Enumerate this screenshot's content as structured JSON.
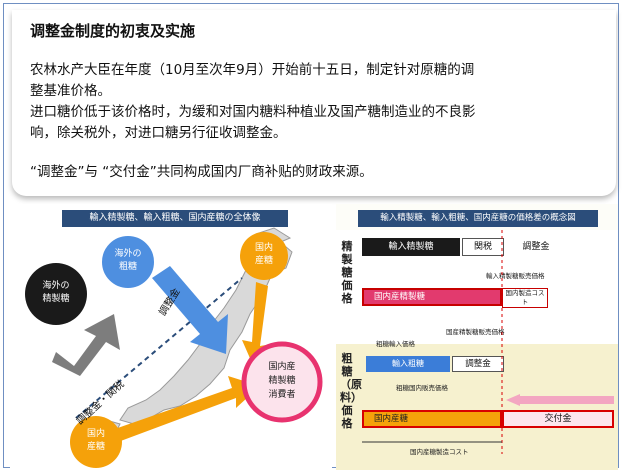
{
  "slide": {
    "title": "调整金制度的初衷及实施",
    "para_line1": "农林水产大臣在年度（10月至次年9月）开始前十五日，制定针对原糖的调",
    "para_line2": "整基准价格。",
    "para_line3": "进口糖价低于该价格时，为缓和对国内糖料种植业及国产糖制造业的不良影",
    "para_line4": "响，除关税外，对进口糖另行征收调整金。",
    "note": "“调整金”与 “交付金”共同构成国内厂商补贴的财政来源。"
  },
  "left_diagram": {
    "caption": "輸入精製糖、輸入粗糖、国内産糖の全体像",
    "node_foreign_raw": "海外の\n粗糖",
    "node_foreign_refined": "海外の\n精製糖",
    "node_domestic_top": "国内\n産糖",
    "node_domestic_bottom": "国内\n産糖",
    "node_consumer": "国内産\n精製糖\n消費者",
    "label_adjust": "調整金",
    "label_adjust_tariff": "調整金・関税",
    "colors": {
      "navy": "#2b4d7a",
      "orange": "#f5a10a",
      "blue": "#4e8fe0",
      "gray": "#7d7d7d",
      "pink": "#e8336f",
      "black": "#1a1a1a"
    }
  },
  "right_diagram": {
    "caption": "輸入精製糖、輸入粗糖、国内産糖の価格差の概念図",
    "side_top": "精製糖価格",
    "side_bottom": "粗糖（原料）価格",
    "import_refined": "輸入精製糖",
    "tariff": "関税",
    "adjust": "調整金",
    "import_refined_sale": "輸入精製糖販売価格",
    "domestic_refined": "国内産精製糖",
    "domestic_mfg_cost": "国内製造コスト",
    "domestic_refined_sale": "国産精製糖販売価格",
    "raw_import_price": "粗糖輸入価格",
    "import_raw": "輸入粗糖",
    "adjust2": "調整金",
    "raw_domestic_sale": "粗糖国内販売価格",
    "domestic_sugar": "国内産糖",
    "subsidy": "交付金",
    "domestic_sugar_cost": "国内産糖製造コスト"
  }
}
